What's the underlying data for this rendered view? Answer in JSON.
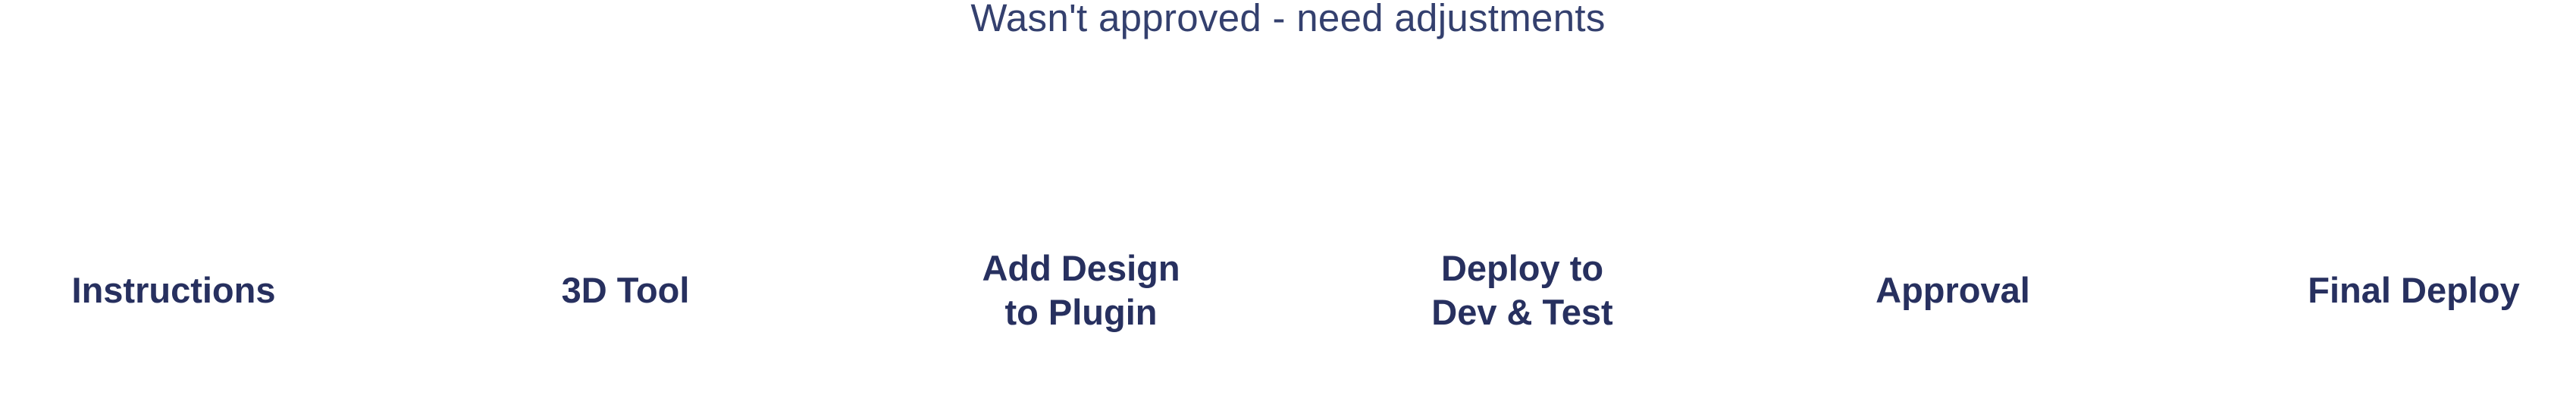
{
  "top_note": "Wasn't approved - need adjustments",
  "steps": [
    {
      "label": "Instructions"
    },
    {
      "label": "3D Tool"
    },
    {
      "label": "Add Design\nto Plugin"
    },
    {
      "label": "Deploy to\nDev & Test"
    },
    {
      "label": "Approval"
    },
    {
      "label": "Final Deploy"
    }
  ]
}
